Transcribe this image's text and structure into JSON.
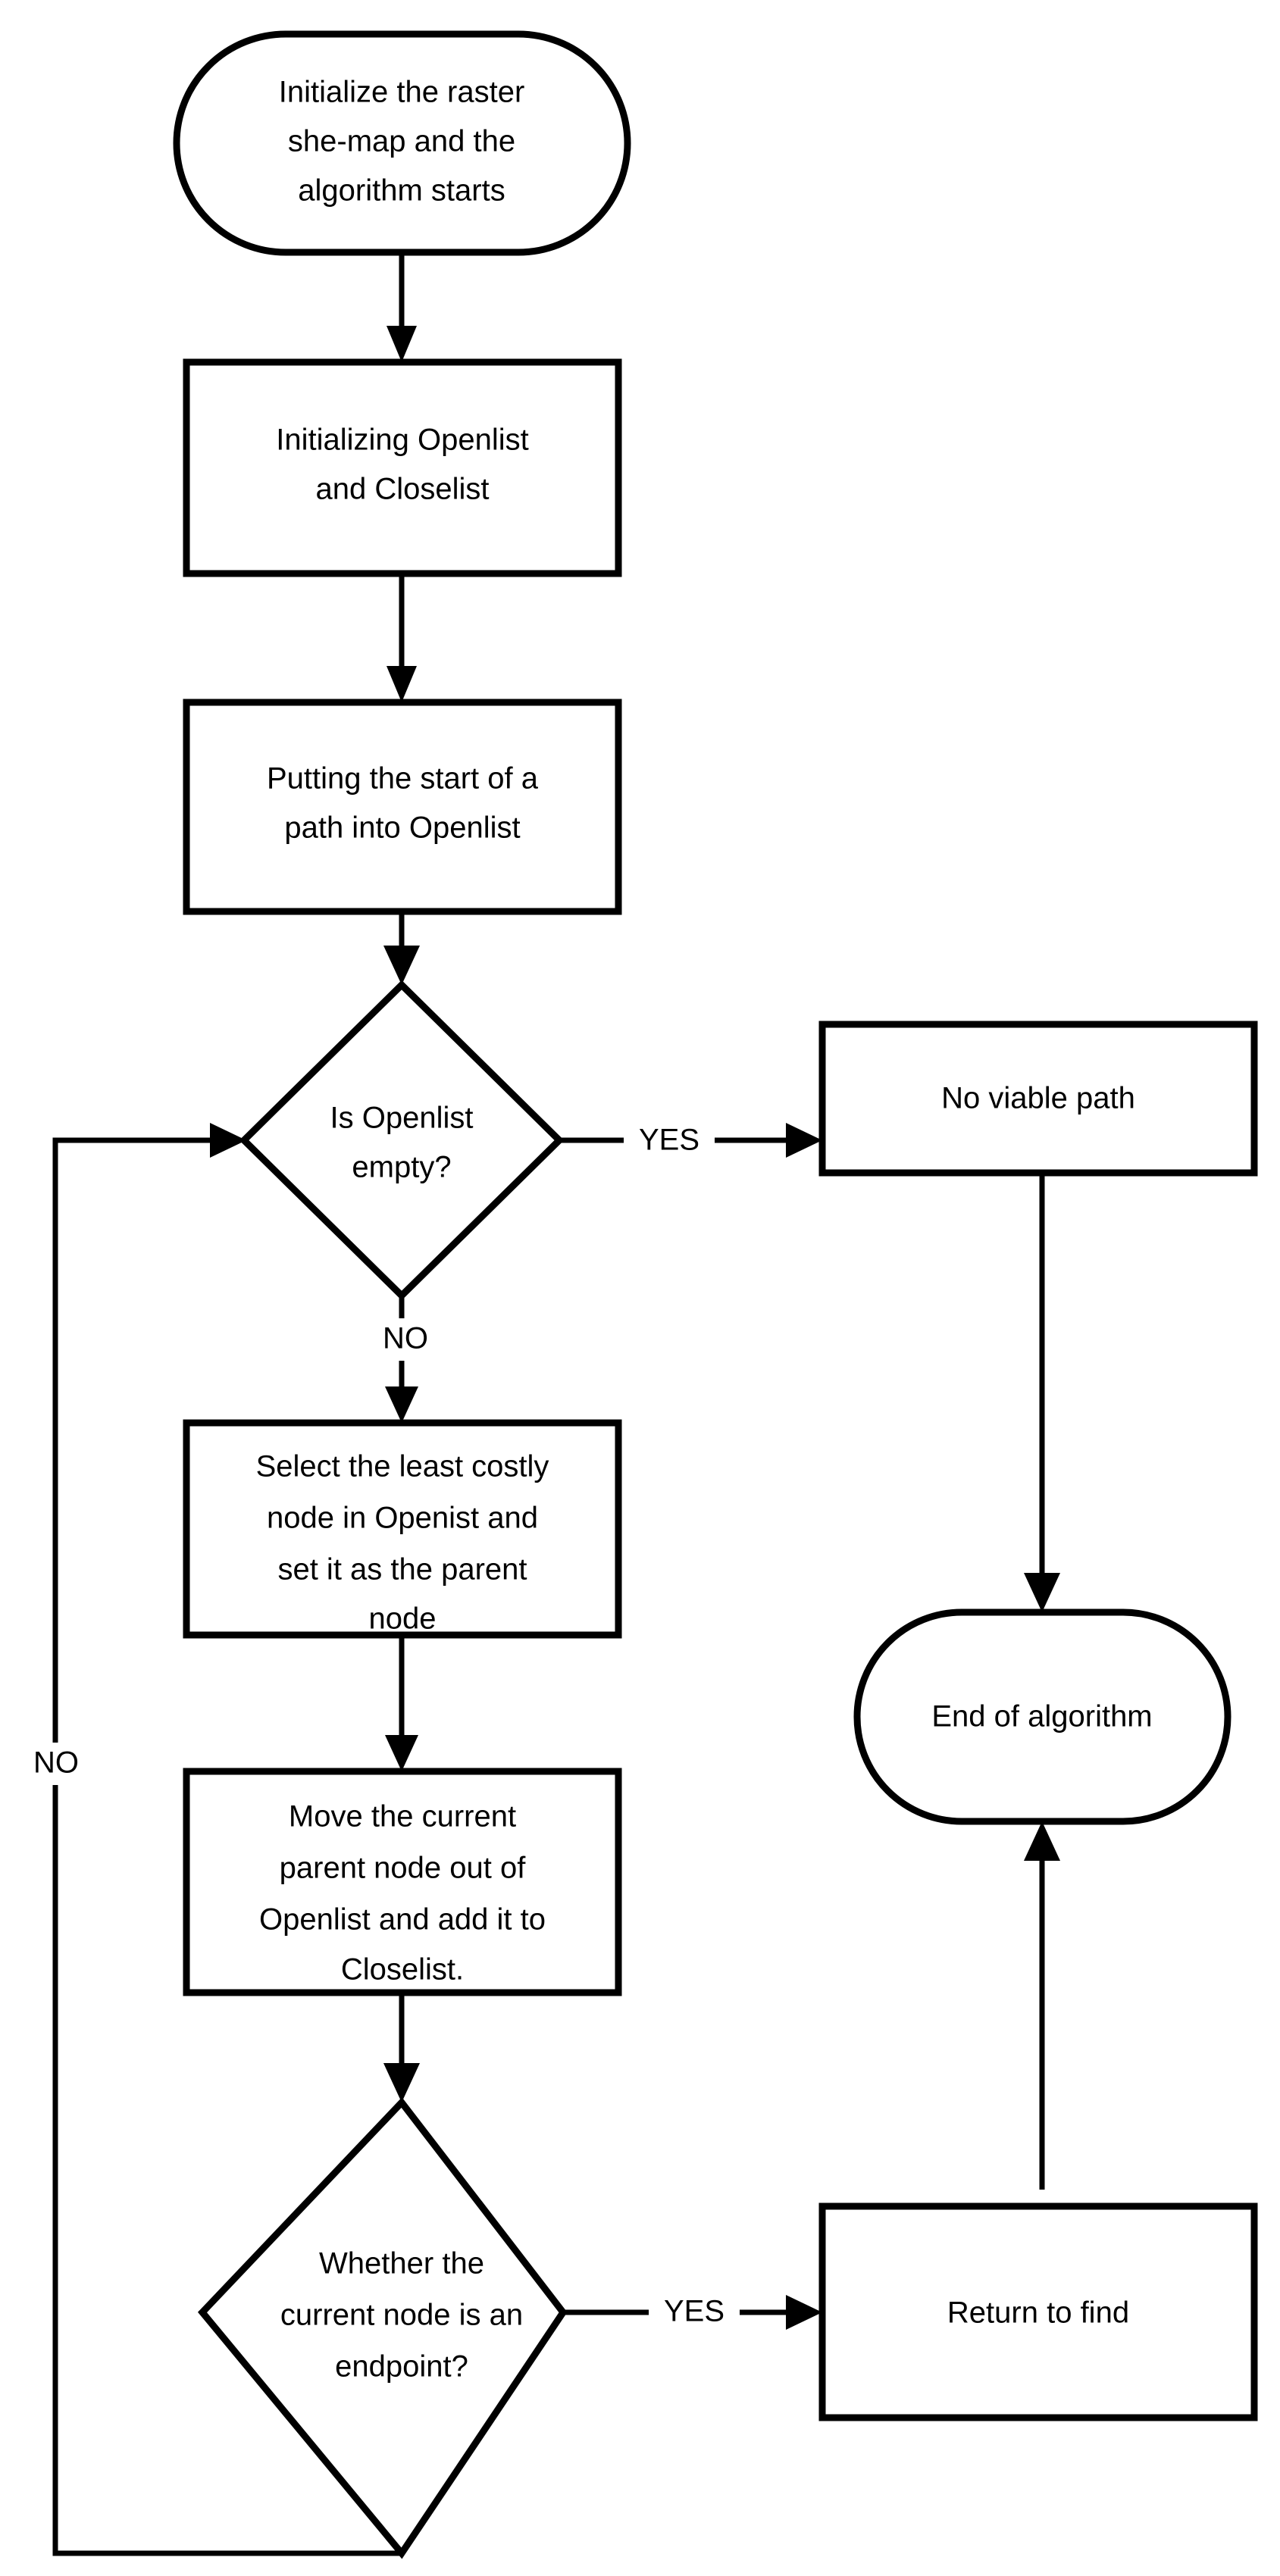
{
  "diagram": {
    "title": "A* path planning algorithm flowchart",
    "background_color": "#ffffff",
    "line_color": "#000000",
    "text_color": "#000000",
    "nodes": {
      "start": {
        "shape": "terminator",
        "lines": [
          "Initialize the raster",
          "she-map and the",
          "algorithm starts"
        ]
      },
      "init_lists": {
        "shape": "process",
        "lines": [
          "Initializing Openlist",
          "and Closelist"
        ]
      },
      "put_start": {
        "shape": "process",
        "lines": [
          "Putting the start of a",
          "path into Openlist"
        ]
      },
      "openlist_empty": {
        "shape": "decision",
        "lines": [
          "Is Openlist",
          "empty?"
        ]
      },
      "no_viable_path": {
        "shape": "process",
        "lines": [
          "No viable path"
        ]
      },
      "select_least_costly": {
        "shape": "process",
        "lines": [
          "Select the least costly",
          "node in Openist and",
          "set it as the parent",
          "node"
        ]
      },
      "move_parent": {
        "shape": "process",
        "lines": [
          "Move the current",
          "parent node out of",
          "Openlist and add it to",
          "Closelist."
        ]
      },
      "is_endpoint": {
        "shape": "decision",
        "lines": [
          "Whether the",
          "current node is an",
          "endpoint?"
        ]
      },
      "return_to_find": {
        "shape": "process",
        "lines": [
          "Return to find"
        ]
      },
      "end": {
        "shape": "terminator",
        "lines": [
          "End of algorithm"
        ]
      }
    },
    "edge_labels": {
      "openlist_empty_yes": "YES",
      "openlist_empty_no": "NO",
      "is_endpoint_yes": "YES",
      "is_endpoint_no": "NO"
    }
  }
}
